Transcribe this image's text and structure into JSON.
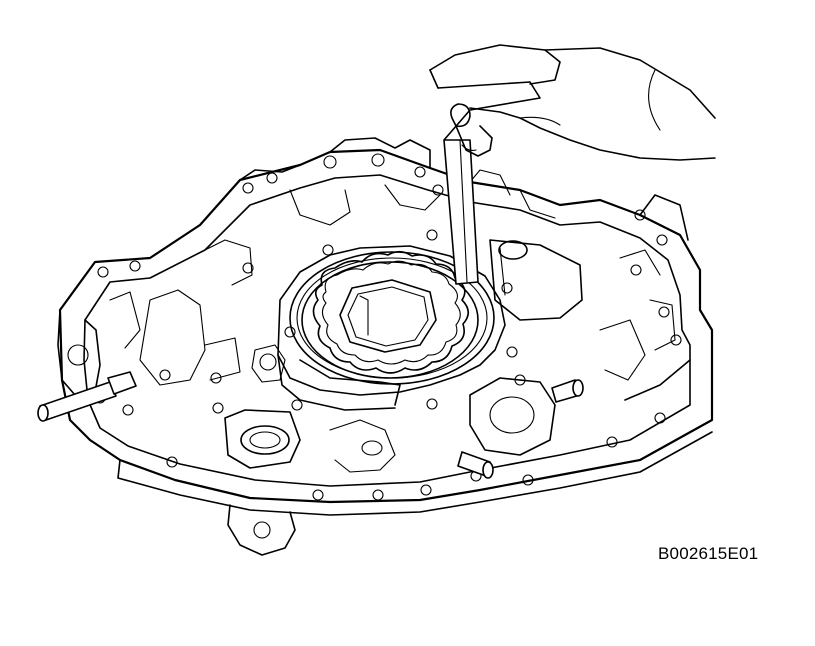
{
  "figure": {
    "id_label": "B002615E01",
    "line_color": "#000000",
    "background": "#ffffff",
    "parts": [
      "transmission-case",
      "oil-pump-body",
      "driven-gear",
      "drive-gear",
      "feeler-gauge",
      "hand",
      "stud-bolts"
    ]
  }
}
